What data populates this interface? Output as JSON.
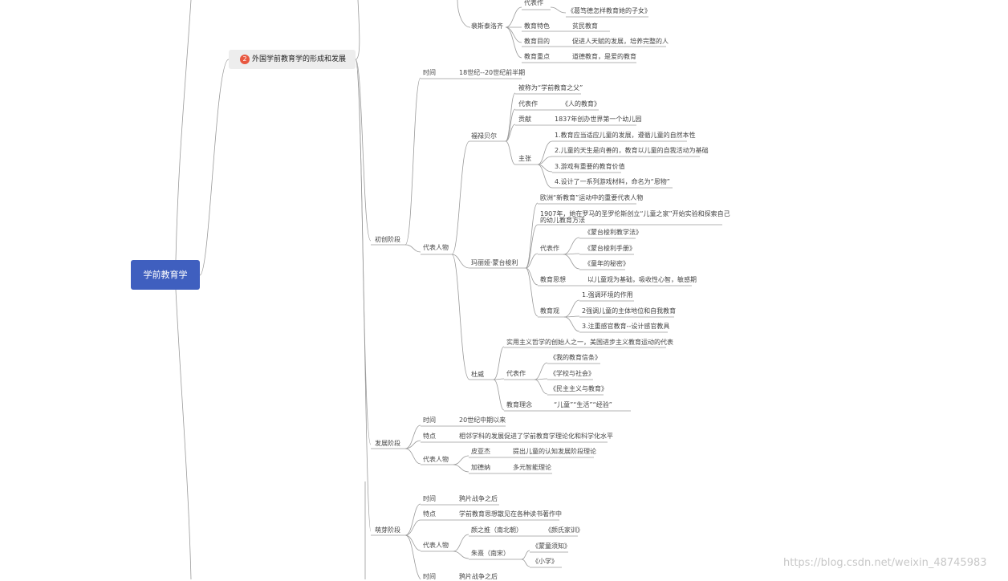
{
  "root": {
    "label": "学前教育学"
  },
  "branch": {
    "badge": "2",
    "label": "外国学前教育学的形成和发展"
  },
  "nodes": [
    {
      "id": "n1",
      "text": "代表作"
    },
    {
      "id": "n2",
      "text": "《葛笃德怎样教育她的子女》"
    },
    {
      "id": "n3",
      "text": "裴斯泰洛齐"
    },
    {
      "id": "n4",
      "text": "教育特色"
    },
    {
      "id": "n5",
      "text": "贫民教育"
    },
    {
      "id": "n6",
      "text": "教育目的"
    },
    {
      "id": "n7",
      "text": "促进人天赋的发展，培养完整的人"
    },
    {
      "id": "n8",
      "text": "教育重点"
    },
    {
      "id": "n9",
      "text": "道德教育，是爱的教育"
    },
    {
      "id": "n10",
      "text": "时间"
    },
    {
      "id": "n11",
      "text": "18世纪--20世纪前半期"
    },
    {
      "id": "n12",
      "text": "被称为“学前教育之父”"
    },
    {
      "id": "n13",
      "text": "代表作"
    },
    {
      "id": "n14",
      "text": "《人的教育》"
    },
    {
      "id": "n15",
      "text": "贡献"
    },
    {
      "id": "n16",
      "text": "1837年创办世界第一个幼儿园"
    },
    {
      "id": "n17",
      "text": "福禄贝尔"
    },
    {
      "id": "n18",
      "text": "1.教育应当适应儿童的发展，遵循儿童的自然本性"
    },
    {
      "id": "n19",
      "text": "2.儿童的天生是向善的，教育以儿童的自我活动为基础"
    },
    {
      "id": "n20",
      "text": "主张"
    },
    {
      "id": "n21",
      "text": "3.游戏有重要的教育价值"
    },
    {
      "id": "n22",
      "text": "4.设计了一系列游戏材料，命名为“恩物”"
    },
    {
      "id": "n23",
      "text": "欧洲“新教育”运动中的重要代表人物"
    },
    {
      "id": "n24",
      "text": "1907年，她在罗马的圣罗伦斯创立“儿童之家”开始实验和探索自己"
    },
    {
      "id": "n25",
      "text": "的幼儿教育方法"
    },
    {
      "id": "n26",
      "text": "初创阶段"
    },
    {
      "id": "n27",
      "text": "《蒙台梭利教学法》"
    },
    {
      "id": "n28",
      "text": "代表人物"
    },
    {
      "id": "n29",
      "text": "代表作"
    },
    {
      "id": "n30",
      "text": "《蒙台梭利手册》"
    },
    {
      "id": "n31",
      "text": "玛丽娅·蒙台梭利"
    },
    {
      "id": "n32",
      "text": "《童年的秘密》"
    },
    {
      "id": "n33",
      "text": "教育思想"
    },
    {
      "id": "n34",
      "text": "以儿童观为基础，吸收性心智，敏感期"
    },
    {
      "id": "n35",
      "text": "1.强调环境的作用"
    },
    {
      "id": "n36",
      "text": "教育观"
    },
    {
      "id": "n37",
      "text": "2强调儿童的主体地位和自我教育"
    },
    {
      "id": "n38",
      "text": "3.注重感官教育--设计感官教具"
    },
    {
      "id": "n39",
      "text": "实用主义哲学的创始人之一，美国进步主义教育运动的代表"
    },
    {
      "id": "n40",
      "text": "《我的教育信条》"
    },
    {
      "id": "n41",
      "text": "杜威"
    },
    {
      "id": "n42",
      "text": "代表作"
    },
    {
      "id": "n43",
      "text": "《学校与社会》"
    },
    {
      "id": "n44",
      "text": "《民主主义与教育》"
    },
    {
      "id": "n45",
      "text": "教育理念"
    },
    {
      "id": "n46",
      "text": "“儿童”“生活”“经验”"
    },
    {
      "id": "n47",
      "text": "时间"
    },
    {
      "id": "n48",
      "text": "20世纪中期以来"
    },
    {
      "id": "n49",
      "text": "发展阶段"
    },
    {
      "id": "n50",
      "text": "特点"
    },
    {
      "id": "n51",
      "text": "相邻学科的发展促进了学前教育学理论化和科学化水平"
    },
    {
      "id": "n52",
      "text": "皮亚杰"
    },
    {
      "id": "n53",
      "text": "提出儿童的认知发展阶段理论"
    },
    {
      "id": "n54",
      "text": "代表人物"
    },
    {
      "id": "n55",
      "text": "加德纳"
    },
    {
      "id": "n56",
      "text": "多元智能理论"
    },
    {
      "id": "n57",
      "text": "时间"
    },
    {
      "id": "n58",
      "text": "鸦片战争之后"
    },
    {
      "id": "n59",
      "text": "特点"
    },
    {
      "id": "n60",
      "text": "学前教育思想散见在各种读书著作中"
    },
    {
      "id": "n61",
      "text": "颜之推（南北朝）"
    },
    {
      "id": "n62",
      "text": "《颜氏家训》"
    },
    {
      "id": "n63",
      "text": "萌芽阶段"
    },
    {
      "id": "n64",
      "text": "代表人物"
    },
    {
      "id": "n65",
      "text": "《蒙童须知》"
    },
    {
      "id": "n66",
      "text": "朱熹（南宋）"
    },
    {
      "id": "n67",
      "text": "《小学》"
    },
    {
      "id": "n68",
      "text": "时间"
    },
    {
      "id": "n69",
      "text": "鸦片战争之后"
    }
  ],
  "watermark": "https://blog.csdn.net/weixin_48745983",
  "colors": {
    "root_bg": "#3f5fbf",
    "branch_bg": "#ededed",
    "badge": "#e8573f",
    "line": "#9a9a9a"
  }
}
